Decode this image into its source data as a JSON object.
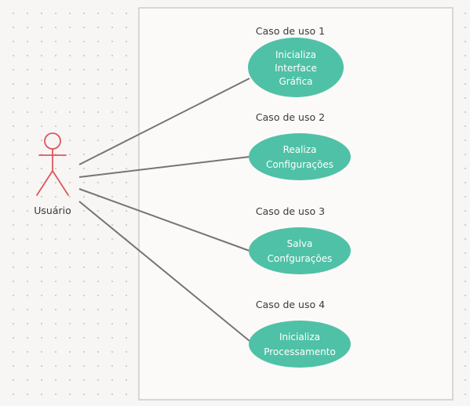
{
  "actor": {
    "label": "Usuário",
    "color": "#e0565b"
  },
  "use_cases": [
    {
      "title": "Caso de uso 1",
      "lines": [
        "Inicializa",
        "Interface",
        "Gráfica"
      ]
    },
    {
      "title": "Caso de uso 2",
      "lines": [
        "Realiza",
        "Configurações"
      ]
    },
    {
      "title": "Caso de uso 3",
      "lines": [
        "Salva",
        "Confgurações"
      ]
    },
    {
      "title": "Caso de uso 4",
      "lines": [
        "Inicializa",
        "Processamento"
      ]
    }
  ],
  "colors": {
    "use_case_fill": "#4fc1a6",
    "connector": "#757575",
    "boundary_stroke": "#cccccc",
    "boundary_fill": "#fbfaf9",
    "label": "#3a3a3a"
  }
}
